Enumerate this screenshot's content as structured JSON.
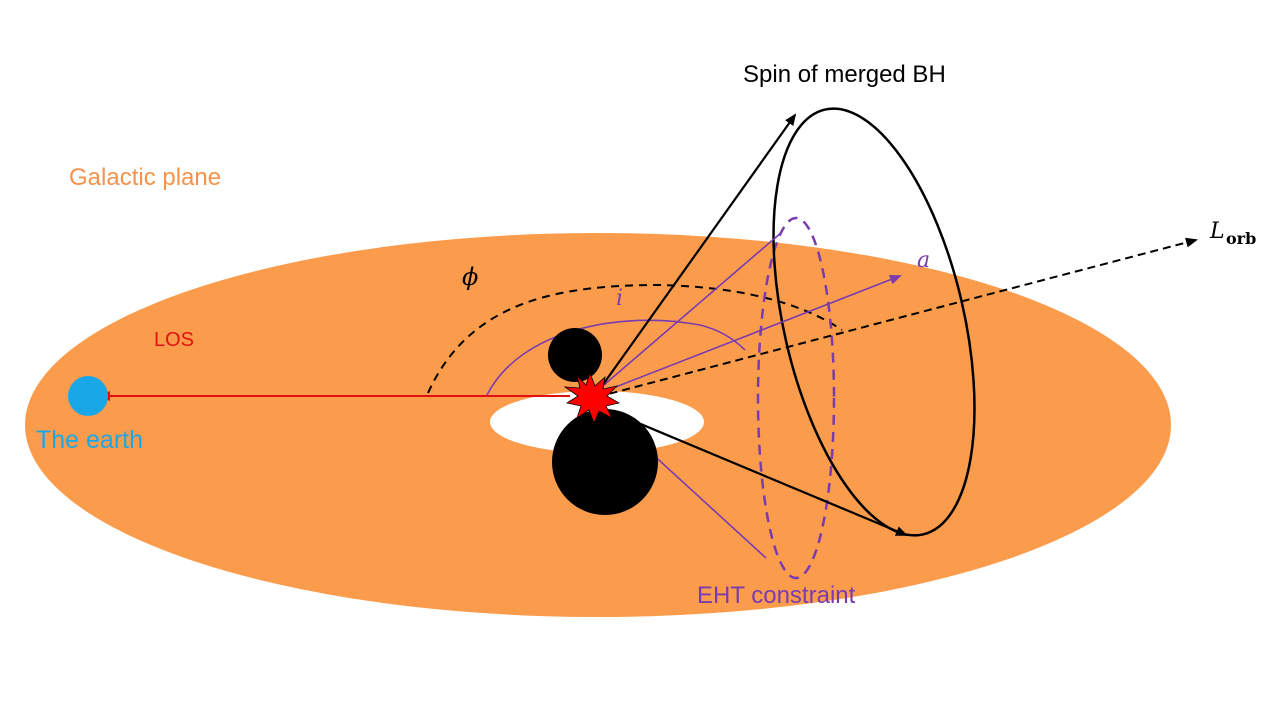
{
  "labels": {
    "galactic_plane": "Galactic plane",
    "los": "LOS",
    "earth": "The earth",
    "spin": "Spin of merged BH",
    "eht": "EHT constraint",
    "phi": "ϕ",
    "inclination": "i",
    "spin_param": "a",
    "l_orb_main": "L",
    "l_orb_sub": "orb"
  },
  "colors": {
    "galactic_plane": "#fb9c4d",
    "galactic_label": "#f7924a",
    "los": "#e2110f",
    "earth": "#1aa7e8",
    "purple": "#7a3bb0",
    "black": "#000000",
    "merger_star": "#ff0000"
  },
  "icons": {
    "earth": "earth-circle",
    "merger": "starburst-icon",
    "black_holes": "black-hole-circles"
  }
}
